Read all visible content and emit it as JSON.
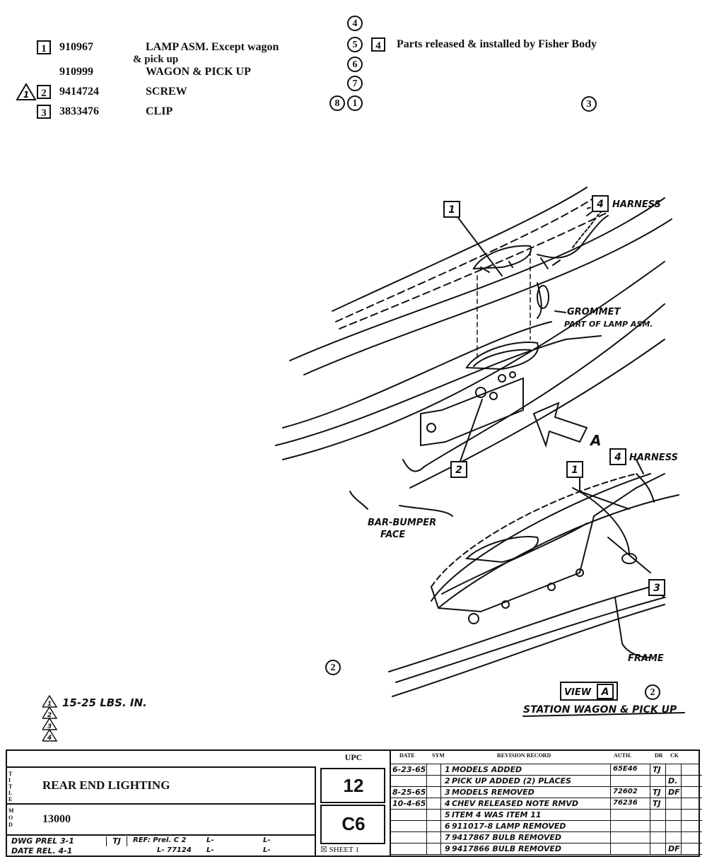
{
  "parts_list": [
    {
      "item": "1",
      "part_no": "910967",
      "desc": "LAMP ASM. Except wagon",
      "desc2": "& pick up"
    },
    {
      "item": "",
      "part_no": "910999",
      "desc": "WAGON & PICK UP",
      "desc2": ""
    },
    {
      "item": "2",
      "part_no": "9414724",
      "desc": "SCREW",
      "desc2": "",
      "note": "1"
    },
    {
      "item": "3",
      "part_no": "3833476",
      "desc": "CLIP",
      "desc2": ""
    }
  ],
  "notes_circles": [
    "4",
    "5",
    "6",
    "7",
    "8",
    "1",
    "3",
    "2",
    "2"
  ],
  "fisher_note": {
    "item": "4",
    "text": "Parts released & installed by Fisher Body"
  },
  "diagram_labels": {
    "callout_1": "1",
    "callout_2": "2",
    "callout_3": "3",
    "callout_4": "4",
    "harness": "HARNESS",
    "grommet": "GROMMET",
    "grommet2": "PART OF LAMP ASM.",
    "arrow_label": "A",
    "bumper": "BAR-BUMPER",
    "bumper2": "FACE",
    "frame": "FRAME",
    "view": "VIEW",
    "view_letter": "A",
    "station": "STATION WAGON & PICK UP"
  },
  "torque_note": {
    "num": "1",
    "text": "15-25 LBS. IN.",
    "extra": [
      "2",
      "3",
      "4"
    ]
  },
  "title_block": {
    "title_label": "TITLE",
    "title": "REAR END LIGHTING",
    "mod_label": "MOD",
    "mod": "13000",
    "upc_label": "UPC",
    "upc": "12",
    "code": "C6",
    "sheet": "SHEET 1",
    "dwg": "DWG PREL 3-1",
    "date": "DATE REL. 4-1",
    "initial": "TJ",
    "ref": "REF: Prel. C 2",
    "ref2": "L- 77124",
    "l1": "L-",
    "l2": "L-",
    "l3": "L-",
    "l4": "L-"
  },
  "revision_headers": [
    "DATE",
    "SYM",
    "REVISION RECORD",
    "AUTH.",
    "DR",
    "CK"
  ],
  "revisions": [
    {
      "date": "6-23-65",
      "sym": "1",
      "text": "MODELS ADDED",
      "auth": "65E46",
      "dr": "TJ",
      "ck": ""
    },
    {
      "date": "",
      "sym": "2",
      "text": "PICK UP ADDED (2) PLACES",
      "auth": "",
      "dr": "",
      "ck": "D."
    },
    {
      "date": "8-25-65",
      "sym": "3",
      "text": "MODELS REMOVED",
      "auth": "72602",
      "dr": "TJ",
      "ck": "DF"
    },
    {
      "date": "10-4-65",
      "sym": "4",
      "text": "CHEV RELEASED NOTE RMVD",
      "auth": "76236",
      "dr": "TJ",
      "ck": ""
    },
    {
      "date": "",
      "sym": "5",
      "text": "ITEM 4 WAS ITEM 11",
      "auth": "",
      "dr": "",
      "ck": ""
    },
    {
      "date": "",
      "sym": "6",
      "text": "911017-8 LAMP REMOVED",
      "auth": "",
      "dr": "",
      "ck": ""
    },
    {
      "date": "",
      "sym": "7",
      "text": "9417867 BULB REMOVED",
      "auth": "",
      "dr": "",
      "ck": ""
    },
    {
      "date": "",
      "sym": "9",
      "text": "9417866 BULB REMOVED",
      "auth": "",
      "dr": "",
      "ck": "DF"
    }
  ]
}
